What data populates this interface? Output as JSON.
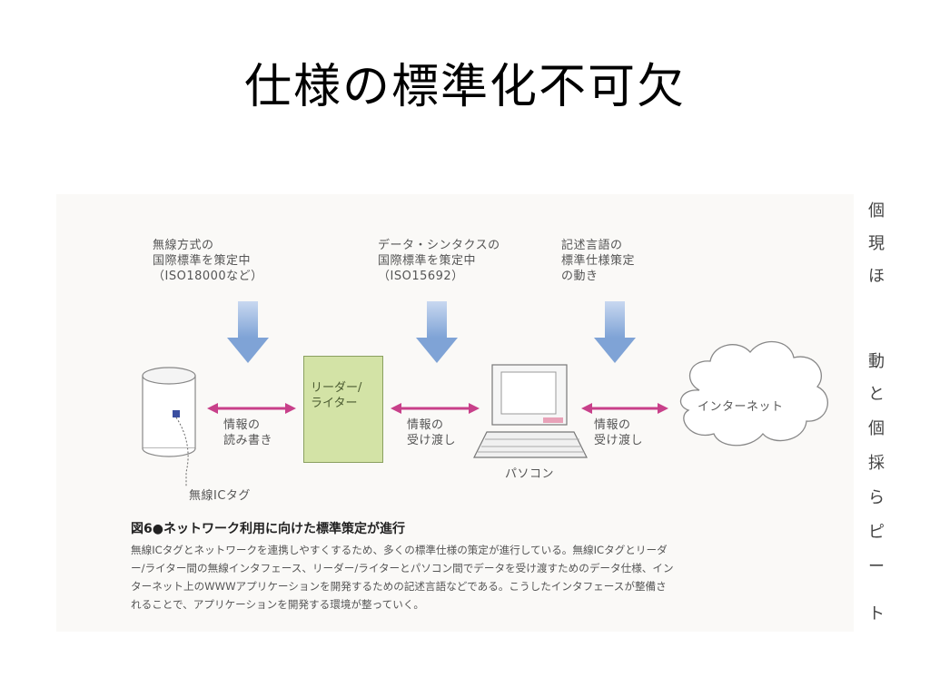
{
  "title": "仕様の標準化不可欠",
  "figure": {
    "annotations": {
      "wireless": [
        "無線方式の",
        "国際標準を策定中",
        "（ISO18000など）"
      ],
      "syntax": [
        "データ・シンタクスの",
        "国際標準を策定中",
        "（ISO15692）"
      ],
      "language": [
        "記述言語の",
        "標準仕様策定",
        "の動き"
      ]
    },
    "nodes": {
      "reader_writer": [
        "リーダー/",
        "ライター"
      ],
      "internet": "インターネット",
      "pc": "パソコン",
      "ic_tag": "無線ICタグ"
    },
    "links": {
      "read_write": [
        "情報の",
        "読み書き"
      ],
      "transfer_1": [
        "情報の",
        "受け渡し"
      ],
      "transfer_2": [
        "情報の",
        "受け渡し"
      ]
    },
    "caption": {
      "title": "図6●ネットワーク利用に向けた標準策定が進行",
      "lines": [
        "無線ICタグとネットワークを連携しやすくするため、多くの標準仕様の策定が進行している。無線ICタグとリーダ",
        "ー/ライター間の無線インタフェース、リーダー/ライターとパソコン間でデータを受け渡すためのデータ仕様、イン",
        "ターネット上のWWWアプリケーションを開発するための記述言語などである。こうしたインタフェースが整備さ",
        "れることで、アプリケーションを開発する環境が整っていく。"
      ]
    },
    "side_text": [
      "個",
      "現",
      "ほ",
      "",
      "動",
      "と",
      "個",
      "採",
      "ら",
      "ピ",
      "ー",
      "ト"
    ]
  },
  "colors": {
    "arrow_blue": "#8fb0dc",
    "arrow_link": "#c8408a",
    "reader_fill": "#d3e3a6"
  }
}
